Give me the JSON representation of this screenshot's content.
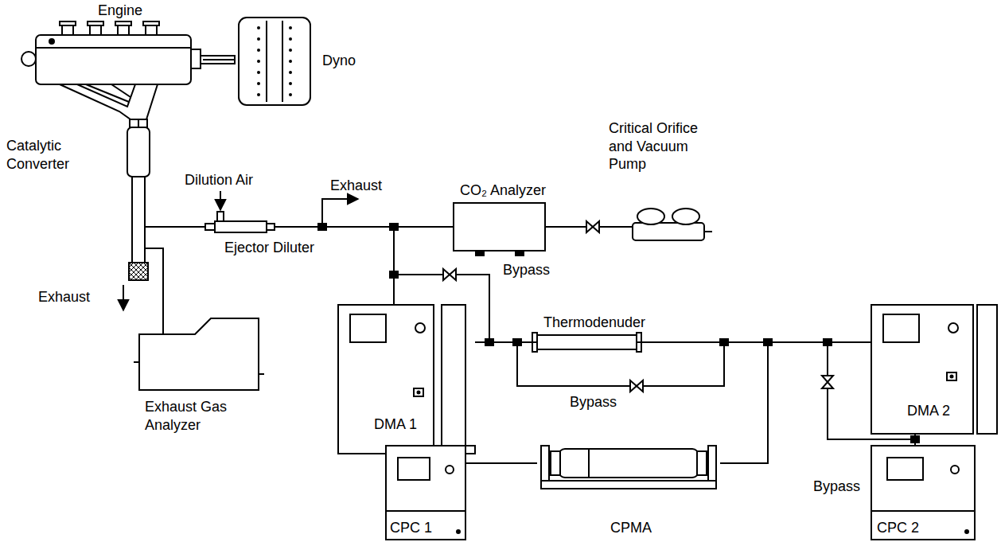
{
  "diagram": {
    "nodes": [
      {
        "text": [
          "Engine"
        ]
      },
      {
        "text": [
          "Dyno"
        ]
      },
      {
        "text": [
          "Catalytic Converter"
        ]
      },
      {
        "text": [
          "Ejector Diluter"
        ]
      },
      {
        "text": [
          "CO₂ Analyzer"
        ]
      },
      {
        "text": [
          "Critical Orifice and Vacuum Pump"
        ]
      },
      {
        "text": [
          "Exhaust Gas Analyzer"
        ]
      },
      {
        "text": [
          "DMA 1"
        ]
      },
      {
        "text": [
          "Thermodenuder"
        ]
      },
      {
        "text": [
          "DMA 2"
        ]
      },
      {
        "text": [
          "CPC 1"
        ]
      },
      {
        "text": [
          "CPMA"
        ]
      },
      {
        "text": [
          "CPC 2"
        ]
      }
    ],
    "edges": [
      {
        "from": 0,
        "to": 1,
        "arrow": "none"
      },
      {
        "from": 0,
        "to": 2,
        "arrow": "none"
      },
      {
        "from": 2,
        "to": 3,
        "arrow": "none"
      },
      {
        "from": 2,
        "to": 6,
        "arrow": "none"
      },
      {
        "from": 3,
        "to": 4,
        "arrow": "none"
      },
      {
        "from": 3,
        "to": 7,
        "arrow": "none"
      },
      {
        "from": 4,
        "to": 5,
        "arrow": "none"
      },
      {
        "from": 7,
        "to": 8,
        "arrow": "none"
      },
      {
        "from": 8,
        "to": 11,
        "arrow": "none"
      },
      {
        "from": 8,
        "to": 9,
        "arrow": "none"
      },
      {
        "from": 11,
        "to": 10,
        "arrow": "none"
      },
      {
        "from": 9,
        "to": 12,
        "arrow": "none"
      }
    ],
    "labels": [
      "Dilution Air",
      "Exhaust",
      "Exhaust",
      "Bypass",
      "Bypass",
      "Bypass"
    ]
  }
}
